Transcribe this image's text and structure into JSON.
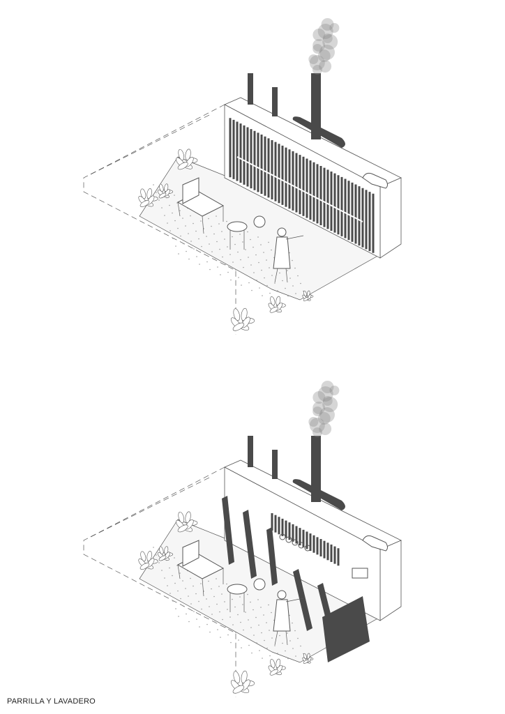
{
  "caption": "PARRILLA Y LAVADERO",
  "views": [
    {
      "name": "closed",
      "panels_open": false
    },
    {
      "name": "open",
      "panels_open": true
    }
  ],
  "colors": {
    "line": "#555555",
    "dark": "#4a4a4a",
    "floor_dot": "#999999",
    "smoke": "#8a8a8a"
  }
}
